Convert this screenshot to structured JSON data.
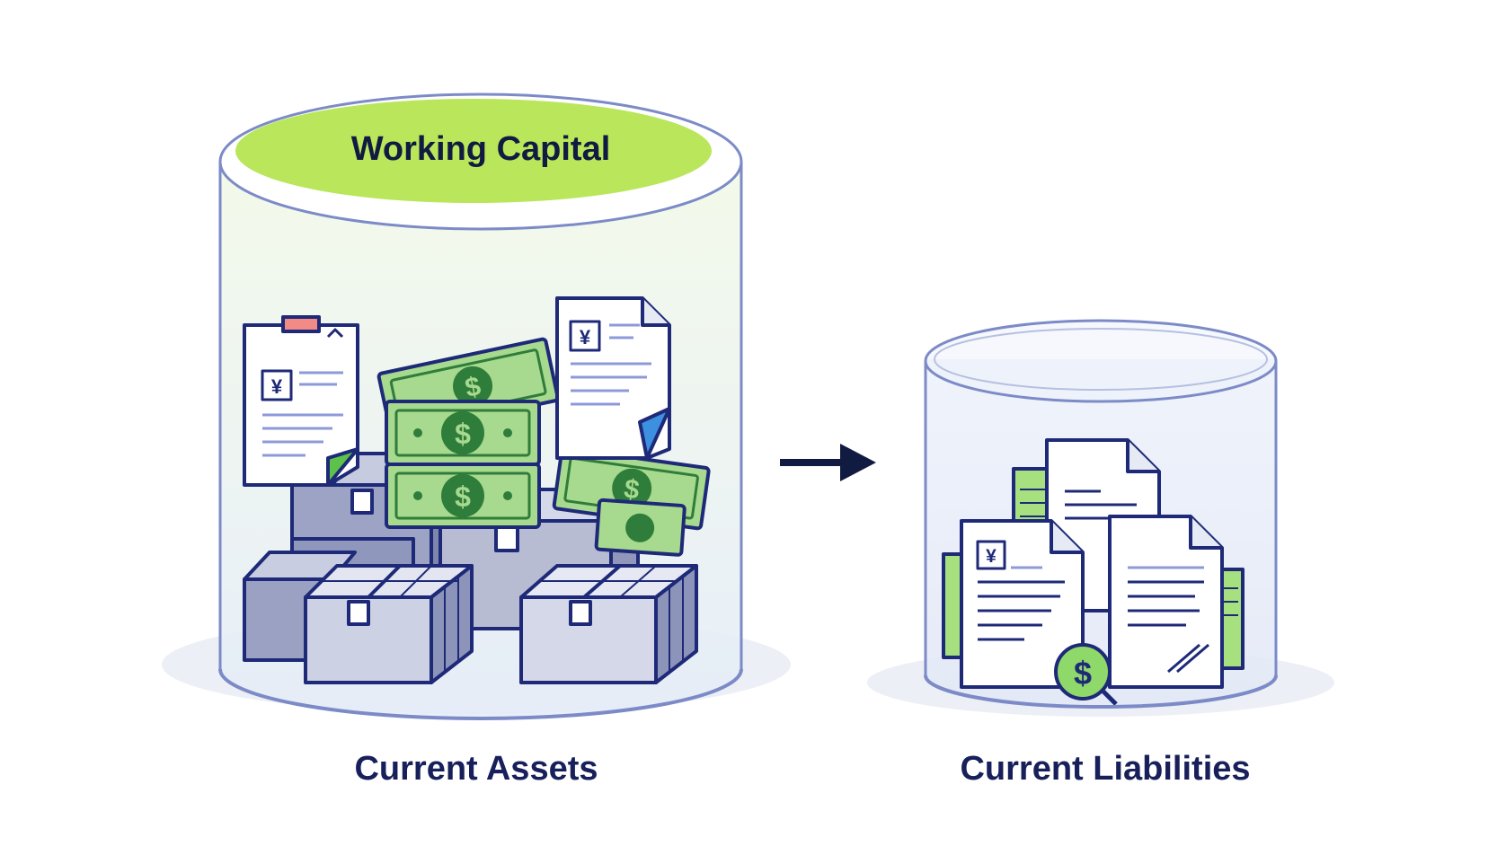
{
  "diagram": {
    "working_capital_label": "Working Capital",
    "assets_label": "Current Assets",
    "liabilities_label": "Current Liabilities",
    "yen_symbol": "¥",
    "dollar_symbol": "$"
  },
  "colors": {
    "outline": "#1e2a78",
    "text": "#17205a",
    "lime": "#b9e65a",
    "jar_fill": "#eef4fb",
    "jar_tint": "#e9f6dd",
    "money": "#a7d98f",
    "money_dark": "#2f7d3a",
    "box": "#a9aec9",
    "box_light": "#d7dbe8",
    "paper": "#ffffff",
    "accent_blue": "#3d8fe0",
    "accent_pink": "#f28b86"
  },
  "icons": [
    "jar-icon",
    "cash-stack-icon",
    "box-stack-icon",
    "invoice-icon",
    "arrow-right-icon",
    "dollar-coin-icon"
  ]
}
